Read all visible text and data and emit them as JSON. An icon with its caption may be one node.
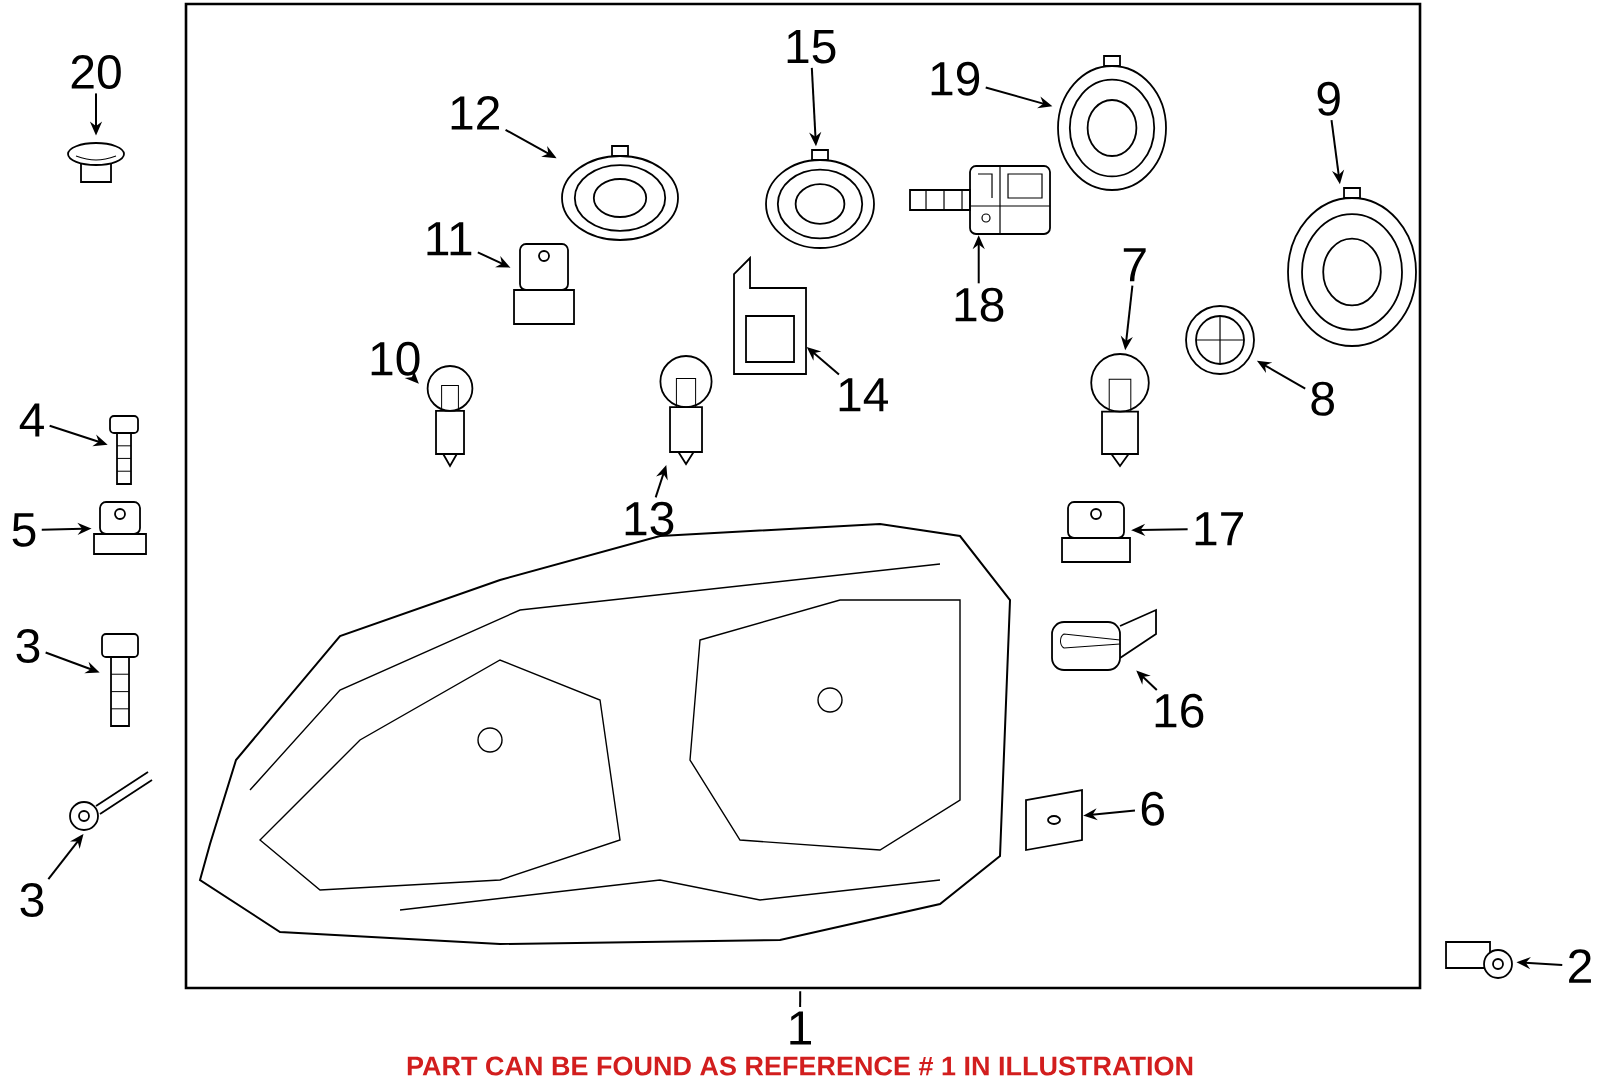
{
  "diagram": {
    "caption": "PART CAN BE FOUND AS REFERENCE # 1 IN ILLUSTRATION",
    "nodes": [
      {
        "text": [],
        "shape": "box"
      },
      {
        "text": [
          "20"
        ]
      },
      {
        "text": [],
        "shape": "picture"
      },
      {
        "text": [
          "12"
        ],
        "in": 0
      },
      {
        "text": [],
        "shape": "picture",
        "in": 0
      },
      {
        "text": [
          "15"
        ],
        "in": 0
      },
      {
        "text": [],
        "shape": "picture",
        "in": 0
      },
      {
        "text": [
          "19"
        ],
        "in": 0
      },
      {
        "text": [],
        "shape": "picture",
        "in": 0
      },
      {
        "text": [
          "9"
        ],
        "in": 0
      },
      {
        "text": [],
        "shape": "picture",
        "in": 0
      },
      {
        "text": [
          "11"
        ],
        "in": 0
      },
      {
        "text": [],
        "shape": "picture",
        "in": 0
      },
      {
        "text": [
          "10"
        ],
        "in": 0
      },
      {
        "text": [],
        "shape": "picture",
        "in": 0
      },
      {
        "text": [
          "14"
        ],
        "in": 0
      },
      {
        "text": [],
        "shape": "picture",
        "in": 0
      },
      {
        "text": [
          "18"
        ],
        "in": 0
      },
      {
        "text": [],
        "shape": "picture",
        "in": 0
      },
      {
        "text": [
          "7"
        ],
        "in": 0
      },
      {
        "text": [],
        "shape": "picture",
        "in": 0
      },
      {
        "text": [
          "8"
        ],
        "in": 0
      },
      {
        "text": [],
        "shape": "picture",
        "in": 0
      },
      {
        "text": [
          "13"
        ],
        "in": 0
      },
      {
        "text": [],
        "shape": "picture",
        "in": 0
      },
      {
        "text": [
          "17"
        ],
        "in": 0
      },
      {
        "text": [],
        "shape": "picture",
        "in": 0
      },
      {
        "text": [
          "16"
        ],
        "in": 0
      },
      {
        "text": [],
        "shape": "picture",
        "in": 0
      },
      {
        "text": [
          "6"
        ],
        "in": 0
      },
      {
        "text": [],
        "shape": "picture",
        "in": 0
      },
      {
        "text": [
          "4"
        ]
      },
      {
        "text": [],
        "shape": "picture"
      },
      {
        "text": [
          "5"
        ]
      },
      {
        "text": [],
        "shape": "picture"
      },
      {
        "text": [
          "3"
        ]
      },
      {
        "text": [],
        "shape": "picture"
      },
      {
        "text": [
          "3"
        ]
      },
      {
        "text": [],
        "shape": "picture"
      },
      {
        "text": [
          "2"
        ]
      },
      {
        "text": [],
        "shape": "picture"
      },
      {
        "text": [
          "1"
        ]
      }
    ],
    "edges": [
      {
        "from": 1,
        "to": 2,
        "arrow": "to"
      },
      {
        "from": 3,
        "to": 4,
        "arrow": "to"
      },
      {
        "from": 5,
        "to": 6,
        "arrow": "to"
      },
      {
        "from": 7,
        "to": 8,
        "arrow": "to"
      },
      {
        "from": 9,
        "to": 10,
        "arrow": "to"
      },
      {
        "from": 11,
        "to": 12,
        "arrow": "to"
      },
      {
        "from": 13,
        "to": 14,
        "arrow": "to"
      },
      {
        "from": 15,
        "to": 16,
        "arrow": "to"
      },
      {
        "from": 17,
        "to": 18,
        "arrow": "to"
      },
      {
        "from": 19,
        "to": 20,
        "arrow": "to"
      },
      {
        "from": 21,
        "to": 22,
        "arrow": "to"
      },
      {
        "from": 23,
        "to": 24,
        "arrow": "to"
      },
      {
        "from": 25,
        "to": 26,
        "arrow": "to"
      },
      {
        "from": 27,
        "to": 28,
        "arrow": "to"
      },
      {
        "from": 29,
        "to": 30,
        "arrow": "to"
      },
      {
        "from": 31,
        "to": 32,
        "arrow": "to"
      },
      {
        "from": 33,
        "to": 34,
        "arrow": "to"
      },
      {
        "from": 35,
        "to": 36,
        "arrow": "to"
      },
      {
        "from": 37,
        "to": 38,
        "arrow": "to"
      },
      {
        "from": 39,
        "to": 40,
        "arrow": "to"
      },
      {
        "from": 41,
        "to": 0,
        "arrow": "none"
      }
    ]
  }
}
